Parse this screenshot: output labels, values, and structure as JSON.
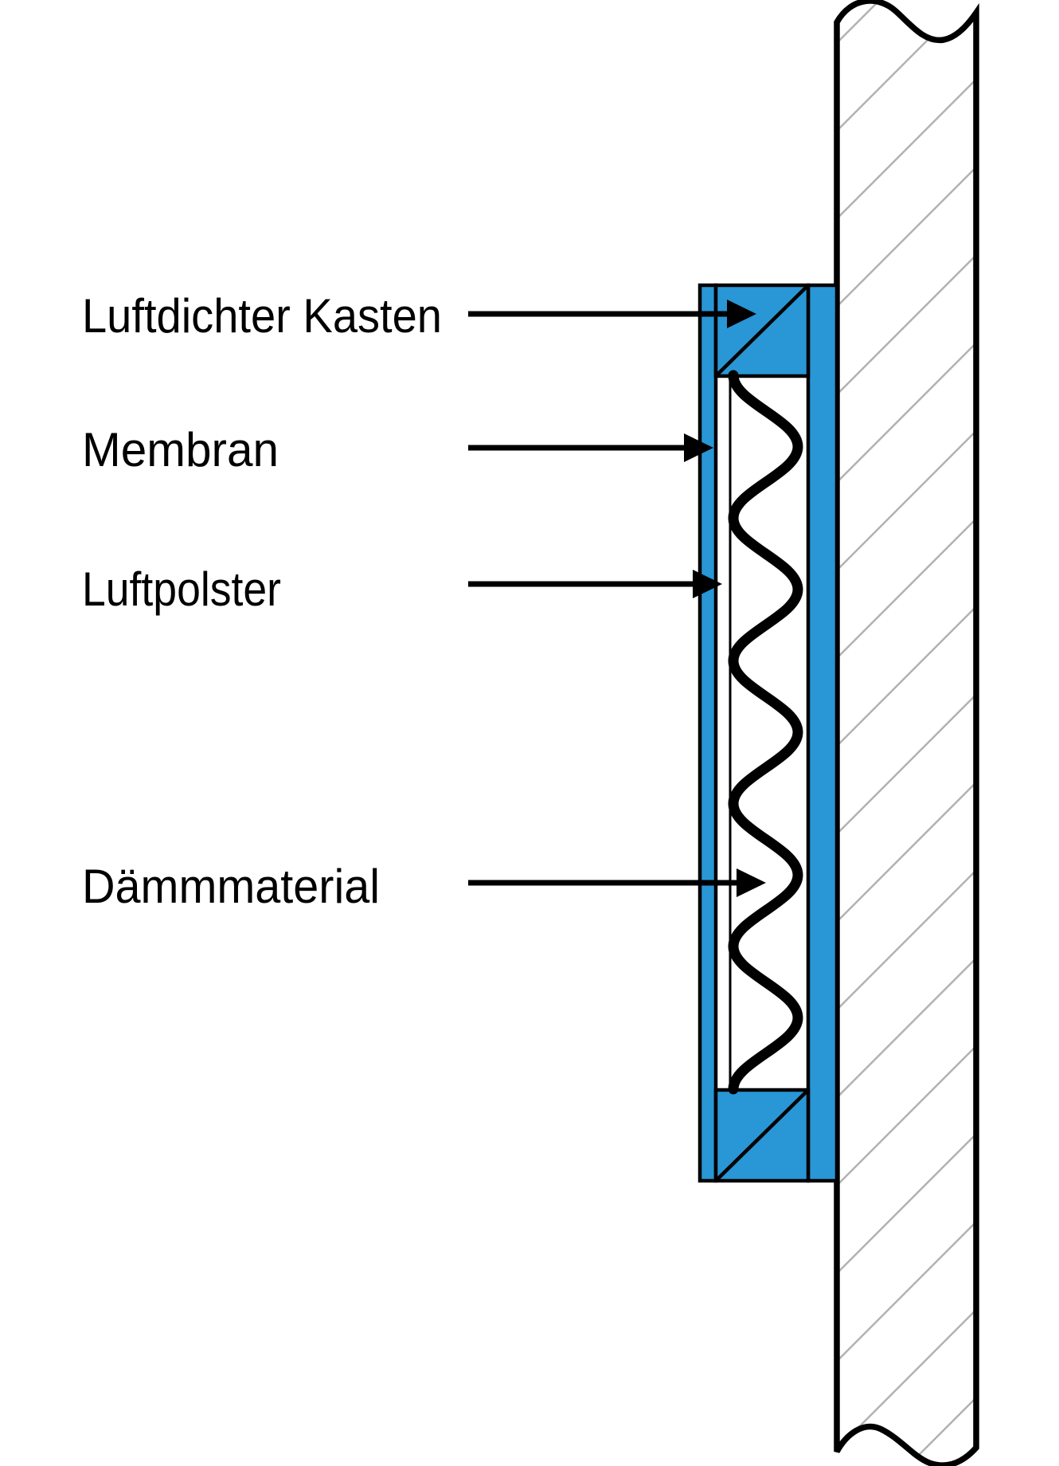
{
  "figure": {
    "type": "building-acoustics-cross-section",
    "labels": [
      {
        "id": "luftdichter-kasten",
        "text": "Luftdichter Kasten"
      },
      {
        "id": "membran",
        "text": "Membran"
      },
      {
        "id": "luftpolster",
        "text": "Luftpolster"
      },
      {
        "id": "daemmmaterial",
        "text": "Dämmmaterial"
      }
    ],
    "colors": {
      "box_blue": "#2996d6",
      "hatch_gray": "#b2b2b2",
      "line_black": "#000000",
      "background": "#ffffff"
    }
  }
}
